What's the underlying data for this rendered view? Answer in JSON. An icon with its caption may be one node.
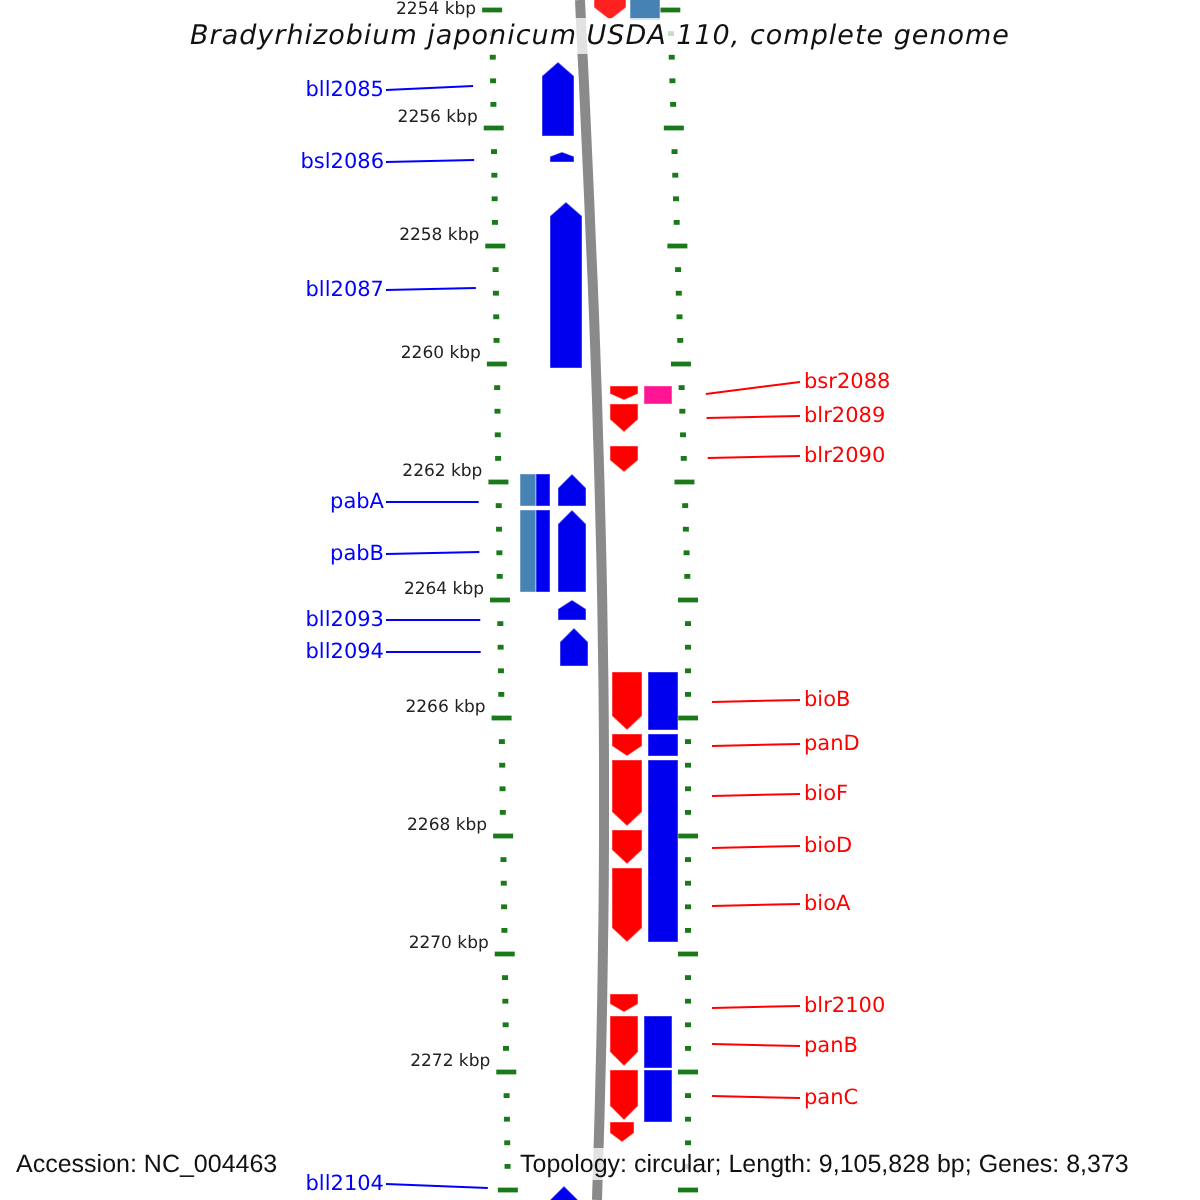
{
  "diagram": {
    "title": "Bradyrhizobium japonicum USDA 110, complete genome",
    "nodes": [
      {
        "text": [
          "bll2085"
        ]
      },
      {
        "text": [
          "bsl2086"
        ]
      },
      {
        "text": [
          "bll2087"
        ]
      },
      {
        "text": [
          "bsr2088"
        ]
      },
      {
        "text": [
          "blr2089"
        ]
      },
      {
        "text": [
          "blr2090"
        ]
      },
      {
        "text": [
          "pabA"
        ]
      },
      {
        "text": [
          "pabB"
        ]
      },
      {
        "text": [
          "bll2093"
        ]
      },
      {
        "text": [
          "bll2094"
        ]
      },
      {
        "text": [
          "bioB"
        ]
      },
      {
        "text": [
          "panD"
        ]
      },
      {
        "text": [
          "bioF"
        ]
      },
      {
        "text": [
          "bioD"
        ]
      },
      {
        "text": [
          "bioA"
        ]
      },
      {
        "text": [
          "blr2100"
        ]
      },
      {
        "text": [
          "panB"
        ]
      },
      {
        "text": [
          "panC"
        ]
      },
      {
        "text": [
          "bll2104"
        ]
      }
    ],
    "edges": [
      {
        "from": 0,
        "to": null,
        "arrow": "none",
        "color": "#0000ff"
      },
      {
        "from": 1,
        "to": null,
        "arrow": "none",
        "color": "#0000ff"
      },
      {
        "from": 2,
        "to": null,
        "arrow": "none",
        "color": "#0000ff"
      },
      {
        "from": 3,
        "to": null,
        "arrow": "none"
      },
      {
        "from": 4,
        "to": null,
        "arrow": "none"
      },
      {
        "from": 5,
        "to": null,
        "arrow": "none"
      },
      {
        "from": 6,
        "to": null,
        "arrow": "none",
        "color": "#0000ff"
      },
      {
        "from": 7,
        "to": null,
        "arrow": "none",
        "color": "#0000ff"
      },
      {
        "from": 8,
        "to": null,
        "arrow": "none",
        "color": "#0000ff"
      },
      {
        "from": 9,
        "to": null,
        "arrow": "none",
        "color": "#0000ff"
      },
      {
        "from": 10,
        "to": null,
        "arrow": "none"
      },
      {
        "from": 11,
        "to": null,
        "arrow": "none"
      },
      {
        "from": 12,
        "to": null,
        "arrow": "none"
      },
      {
        "from": 13,
        "to": null,
        "arrow": "none"
      },
      {
        "from": 14,
        "to": null,
        "arrow": "none"
      },
      {
        "from": 15,
        "to": null,
        "arrow": "none"
      },
      {
        "from": 16,
        "to": null,
        "arrow": "none"
      },
      {
        "from": 17,
        "to": null,
        "arrow": "none"
      },
      {
        "from": 18,
        "to": null,
        "arrow": "none",
        "color": "#0000ff"
      }
    ],
    "labels": [
      "2254 kbp",
      "2256 kbp",
      "2258 kbp",
      "2260 kbp",
      "2262 kbp",
      "2264 kbp",
      "2266 kbp",
      "2268 kbp",
      "2270 kbp",
      "2272 kbp",
      "Accession: NC_004463",
      "Topology: circular; Length: 9,105,828 bp; Genes: 8,373"
    ]
  }
}
